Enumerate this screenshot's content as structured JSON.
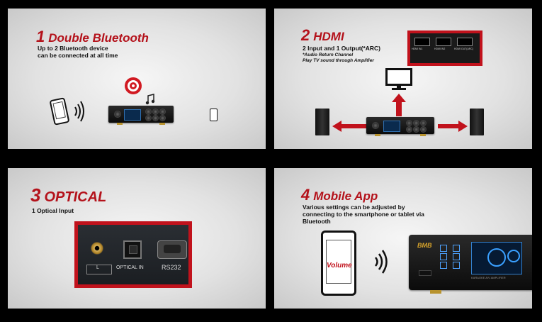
{
  "panels": [
    {
      "number": "1",
      "title": "Double Bluetooth",
      "desc_lines": [
        "Up to 2 Bluetooth device",
        "can be connected at all time"
      ],
      "icons": [
        "smartphone-icon",
        "bluetooth-waves-icon",
        "speaker-target-icon",
        "music-note-icon",
        "amplifier-icon",
        "small-phone-icon"
      ]
    },
    {
      "number": "2",
      "title": "HDMI",
      "desc_line": "2 Input and 1 Output(*ARC)",
      "note_lines": [
        "*Audio Return Channel",
        "Play TV sound through Amplifier"
      ],
      "port_labels": [
        "HDMI IN1",
        "HDMI IN2",
        "HDMI OUT(ARC)"
      ],
      "icons": [
        "tv-icon",
        "left-speaker-icon",
        "right-speaker-icon",
        "amplifier-icon",
        "arrow-up-icon",
        "arrow-left-icon",
        "arrow-right-icon"
      ]
    },
    {
      "number": "3",
      "title": "OPTICAL",
      "desc_line": "1 Optical Input",
      "port_labels": [
        "L",
        "OPTICAL IN",
        "RS232"
      ],
      "icons": [
        "rca-jack-icon",
        "optical-port-icon",
        "serial-port-icon"
      ]
    },
    {
      "number": "4",
      "title": "Mobile App",
      "desc_lines": [
        "Various settings can be adjusted by",
        "connecting to the smartphone or tablet via",
        "Bluetooth"
      ],
      "phone_label": "Volume",
      "brand": "BMB",
      "amp_label": "KARAOKE A/V AMPLIFIER",
      "icons": [
        "smartphone-icon",
        "wireless-waves-icon",
        "amplifier-icon"
      ]
    }
  ],
  "colors": {
    "accent": "#b4121b",
    "panel_bg": "#e6e6e6",
    "frame": "#000000"
  }
}
